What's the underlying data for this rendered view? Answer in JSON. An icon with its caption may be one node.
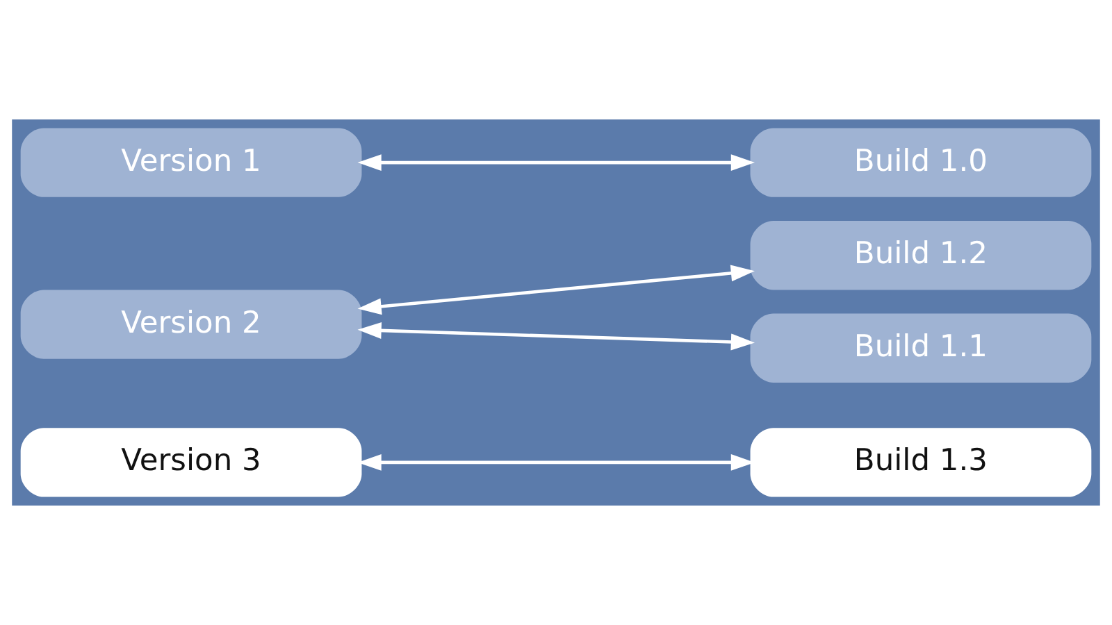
{
  "diagram": {
    "nodes": [
      {
        "text": [
          "Version 3"
        ]
      },
      {
        "text": [
          "Version 2"
        ]
      },
      {
        "text": [
          "Version 1"
        ]
      },
      {
        "text": [
          "Build 1.3"
        ]
      },
      {
        "text": [
          "Build 1.2"
        ]
      },
      {
        "text": [
          "Build 1.1"
        ]
      },
      {
        "text": [
          "Build 1.0"
        ]
      }
    ],
    "edges": [
      {
        "from": 0,
        "to": 3,
        "arrow": "both"
      },
      {
        "from": 1,
        "to": 4,
        "arrow": "both"
      },
      {
        "from": 1,
        "to": 5,
        "arrow": "both"
      },
      {
        "from": 2,
        "to": 6,
        "arrow": "both"
      }
    ]
  }
}
